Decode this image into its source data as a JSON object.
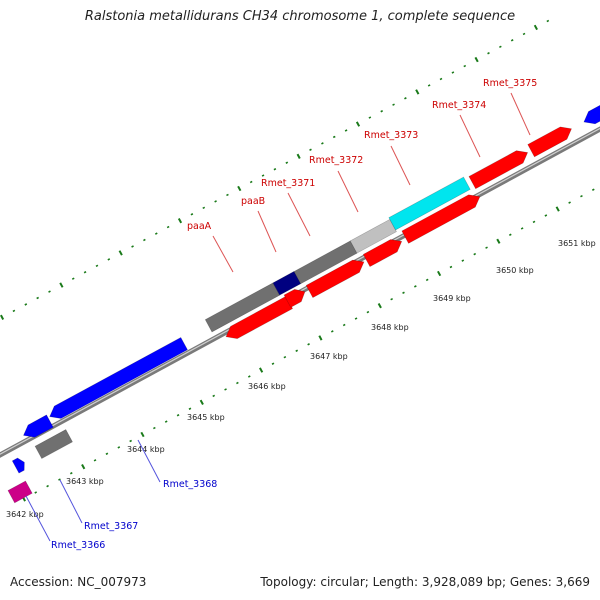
{
  "title": "Ralstonia metallidurans CH34 chromosome 1, complete sequence",
  "accession": "Accession: NC_007973",
  "summary": "Topology: circular; Length: 3,928,089 bp; Genes: 3,669",
  "scale_ticks": [
    "3642 kbp",
    "3643 kbp",
    "3644 kbp",
    "3645 kbp",
    "3646 kbp",
    "3647 kbp",
    "3648 kbp",
    "3649 kbp",
    "3650 kbp",
    "3651 kbp"
  ],
  "gene_labels": {
    "forward": [
      "paaA",
      "paaB",
      "Rmet_3371",
      "Rmet_3372",
      "Rmet_3373",
      "Rmet_3374",
      "Rmet_3375"
    ],
    "reverse": [
      "Rmet_3368",
      "Rmet_3367",
      "Rmet_3366"
    ]
  },
  "colors": {
    "forward_label": "#cc0000",
    "reverse_label": "#0000cc",
    "backbone": "#888888",
    "tick": "#1a7a1a",
    "feature_red": "#ff0000",
    "feature_blue": "#0000ff",
    "feature_gray": "#707070",
    "feature_navy": "#000080",
    "feature_cyan": "#00e5ee",
    "feature_lightgray": "#c0c0c0",
    "feature_magenta": "#cc0088",
    "feature_slate": "#55559a"
  }
}
